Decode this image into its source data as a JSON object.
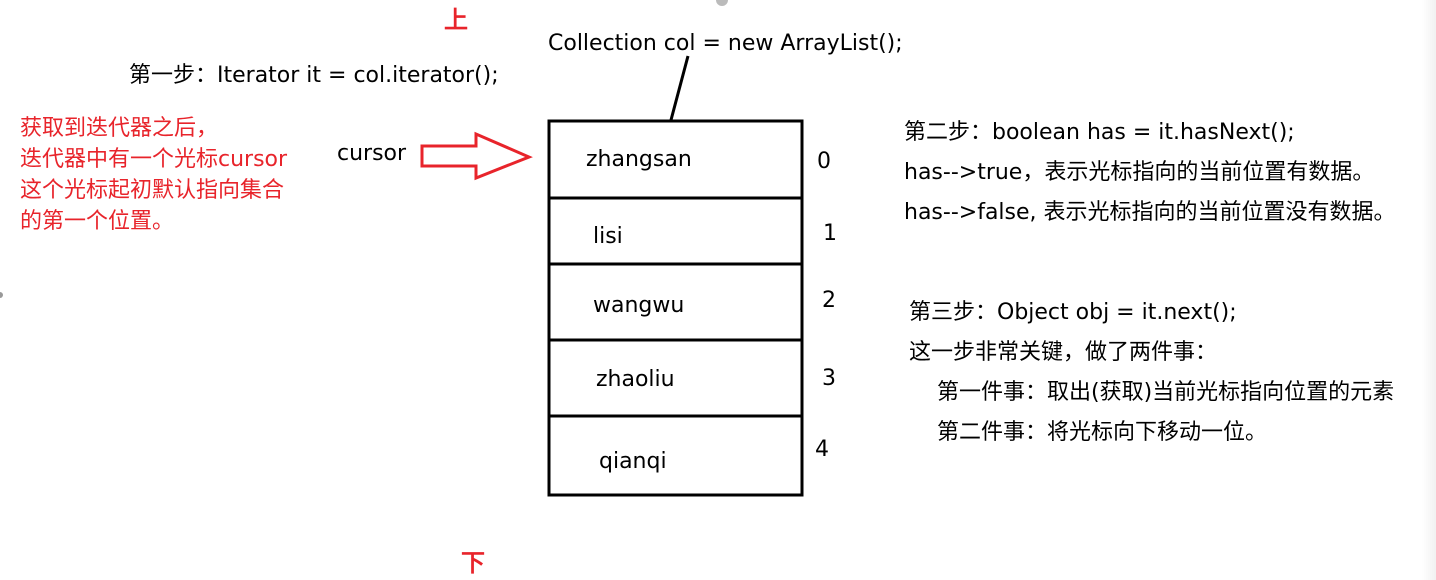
{
  "markers": {
    "top": "上",
    "bottom": "下"
  },
  "code": {
    "collection": "Collection col = new ArrayList();",
    "step1": "第一步：Iterator it = col.iterator();"
  },
  "note": {
    "lines": [
      "获取到迭代器之后，",
      "迭代器中有一个光标cursor",
      "这个光标起初默认指向集合",
      "的第一个位置。"
    ],
    "color": "#e8242b"
  },
  "cursor_label": "cursor",
  "collection_items": [
    {
      "name": "zhangsan",
      "index": "0"
    },
    {
      "name": "lisi",
      "index": "1"
    },
    {
      "name": "wangwu",
      "index": "2"
    },
    {
      "name": "zhaoliu",
      "index": "3"
    },
    {
      "name": "qianqi",
      "index": "4"
    }
  ],
  "step2": {
    "lines": [
      "第二步：boolean has = it.hasNext();",
      "has-->true，表示光标指向的当前位置有数据。",
      "has-->false, 表示光标指向的当前位置没有数据。"
    ]
  },
  "step3": {
    "lines": [
      "第三步：Object obj = it.next();",
      "这一步非常关键，做了两件事：",
      "第一件事：取出(获取)当前光标指向位置的元素",
      "第二件事：将光标向下移动一位。"
    ]
  },
  "colors": {
    "accent_red": "#e8242b",
    "line": "#000000"
  }
}
